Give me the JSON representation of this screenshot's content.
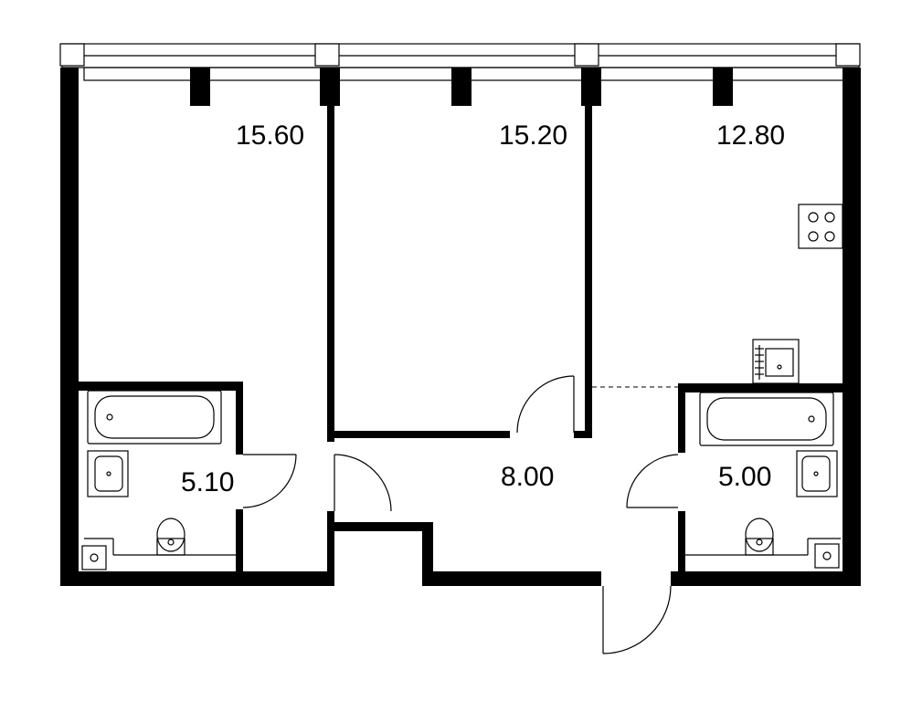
{
  "plan": {
    "type": "apartment-floor-plan",
    "units": "m²",
    "rooms": [
      {
        "id": "room-1",
        "area": "15.60"
      },
      {
        "id": "room-2",
        "area": "15.20"
      },
      {
        "id": "room-3",
        "area": "12.80",
        "fixtures": [
          "stove-icon",
          "sink-icon"
        ]
      },
      {
        "id": "bathroom-1",
        "area": "5.10",
        "fixtures": [
          "bathtub-icon",
          "washbasin-icon",
          "toilet-icon",
          "shower-drain-icon"
        ]
      },
      {
        "id": "hallway",
        "area": "8.00"
      },
      {
        "id": "bathroom-2",
        "area": "5.00",
        "fixtures": [
          "bathtub-icon",
          "washbasin-icon",
          "toilet-icon",
          "shower-drain-icon"
        ]
      }
    ],
    "colors": {
      "wall": "#000000",
      "background": "#ffffff"
    }
  }
}
